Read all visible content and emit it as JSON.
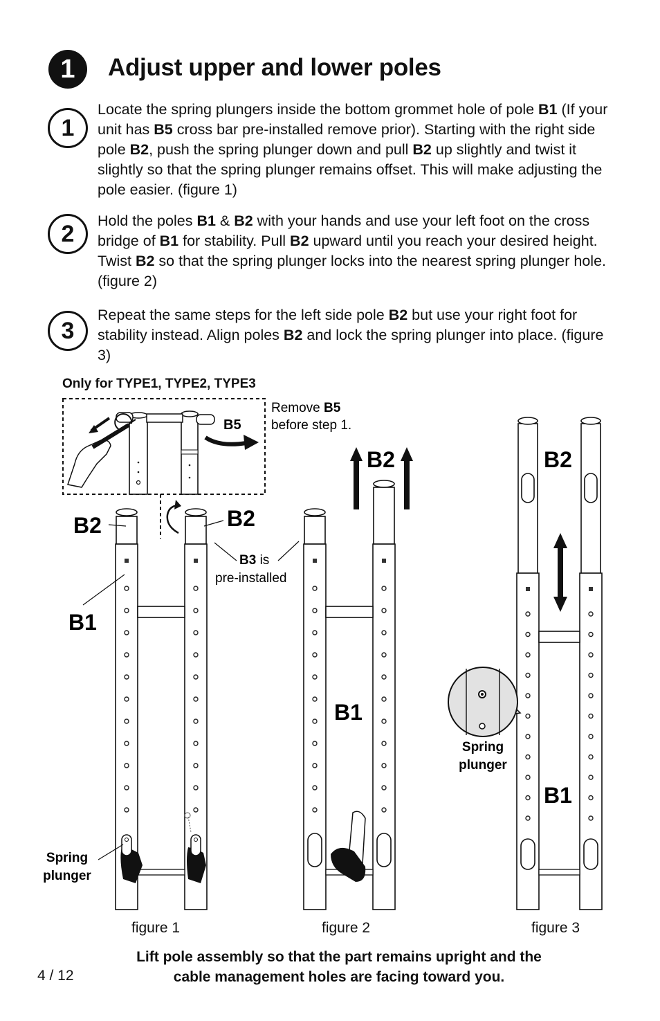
{
  "header": {
    "section_number": "1",
    "title": "Adjust upper and lower poles"
  },
  "steps": [
    {
      "number": "1",
      "segments": [
        {
          "t": "Locate the spring plungers inside the bottom grommet hole of pole "
        },
        {
          "t": "B1",
          "b": true
        },
        {
          "t": " (If your unit has "
        },
        {
          "t": "B5",
          "b": true
        },
        {
          "t": " cross bar pre-installed remove prior). Starting with the right side pole "
        },
        {
          "t": "B2",
          "b": true
        },
        {
          "t": ", push the spring plunger down and pull "
        },
        {
          "t": "B2",
          "b": true
        },
        {
          "t": " up slightly and twist it slightly so that the spring plunger remains offset. This will make adjusting the pole easier. (figure 1)"
        }
      ]
    },
    {
      "number": "2",
      "segments": [
        {
          "t": "Hold the poles "
        },
        {
          "t": "B1",
          "b": true
        },
        {
          "t": " & "
        },
        {
          "t": "B2",
          "b": true
        },
        {
          "t": " with your hands and use your left foot on the cross bridge of "
        },
        {
          "t": "B1",
          "b": true
        },
        {
          "t": " for stability. Pull "
        },
        {
          "t": "B2",
          "b": true
        },
        {
          "t": " upward until you reach your desired height. Twist "
        },
        {
          "t": "B2",
          "b": true
        },
        {
          "t": " so that the spring plunger locks into the nearest spring plunger hole. (figure 2)"
        }
      ]
    },
    {
      "number": "3",
      "segments": [
        {
          "t": "Repeat the same steps for the left side pole "
        },
        {
          "t": "B2",
          "b": true
        },
        {
          "t": " but use your right foot for stability instead. Align poles "
        },
        {
          "t": "B2",
          "b": true
        },
        {
          "t": " and lock the spring plunger into place. (figure 3)"
        }
      ]
    }
  ],
  "note": "Only for TYPE1, TYPE2, TYPE3",
  "figure1": {
    "inset_label": "B5",
    "remove_prefix": "Remove ",
    "remove_part": "B5",
    "remove_suffix": "before step 1.",
    "b2_left": "B2",
    "b2_right": "B2",
    "b1": "B1",
    "b3_part": "B3",
    "b3_is": " is",
    "b3_suffix": "pre-installed",
    "spring_line1": "Spring",
    "spring_line2": "plunger",
    "caption": "figure 1"
  },
  "figure2": {
    "b2": "B2",
    "b1": "B1",
    "caption": "figure 2"
  },
  "figure3": {
    "b2": "B2",
    "b1": "B1",
    "spring_line1": "Spring",
    "spring_line2": "plunger",
    "caption": "figure 3"
  },
  "footer": {
    "line1": "Lift pole assembly so that the part remains upright and the",
    "line2": "cable management holes are facing toward you."
  },
  "page_number": "4 / 12"
}
